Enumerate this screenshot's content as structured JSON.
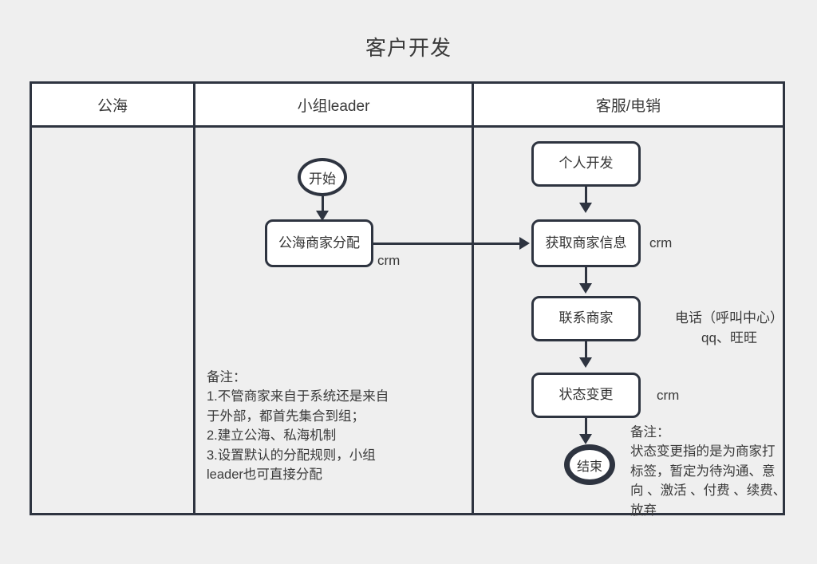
{
  "title": "客户开发",
  "lanes": [
    {
      "id": "public-pool",
      "label": "公海"
    },
    {
      "id": "group-leader",
      "label": "小组leader"
    },
    {
      "id": "service-telesales",
      "label": "客服/电销"
    }
  ],
  "nodes": {
    "start": {
      "label": "开始",
      "shape": "oval",
      "lane": "group-leader"
    },
    "allocate": {
      "label": "公海商家分配",
      "shape": "rounded-rect",
      "lane": "group-leader"
    },
    "personal_dev": {
      "label": "个人开发",
      "shape": "rounded-rect",
      "lane": "service-telesales"
    },
    "get_info": {
      "label": "获取商家信息",
      "shape": "rounded-rect",
      "lane": "service-telesales"
    },
    "contact": {
      "label": "联系商家",
      "shape": "rounded-rect",
      "lane": "service-telesales"
    },
    "status_change": {
      "label": "状态变更",
      "shape": "rounded-rect",
      "lane": "service-telesales"
    },
    "end": {
      "label": "结束",
      "shape": "oval-thick",
      "lane": "service-telesales"
    }
  },
  "edge_labels": {
    "allocate_crm": "crm",
    "get_info_crm": "crm",
    "status_change_crm": "crm"
  },
  "side_labels": {
    "contact_channels_line1": "电话（呼叫中心）",
    "contact_channels_line2": "qq、旺旺"
  },
  "notes": {
    "leader": "备注：\n1.不管商家来自于系统还是来自于外部，都首先集合到组；\n2.建立公海、私海机制\n3.设置默认的分配规则，小组leader也可直接分配",
    "service": "备注：\n状态变更指的是为商家打标签，暂定为待沟通、意向 、激活 、付费 、续费、放弃"
  },
  "colors": {
    "background": "#efefef",
    "stroke": "#2e3440",
    "node_fill": "#ffffff",
    "text": "#333333"
  }
}
